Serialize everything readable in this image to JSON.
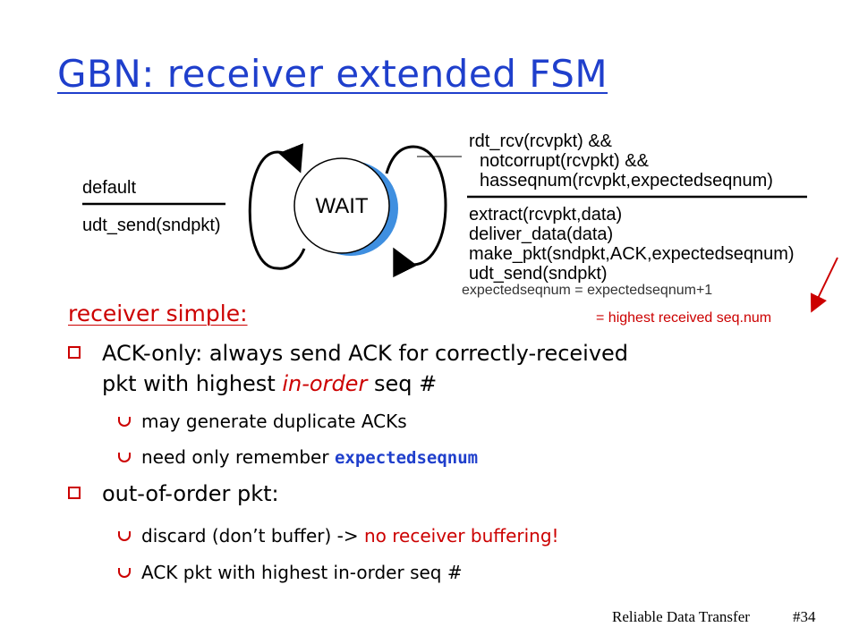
{
  "title": "GBN: receiver extended FSM",
  "fsm": {
    "state": "WAIT",
    "left_event": "default",
    "left_action": "udt_send(sndpkt)",
    "right_event": [
      "rdt_rcv(rcvpkt) &&",
      "notcorrupt(rcvpkt)  &&",
      "hasseqnum(rcvpkt,expectedseqnum)"
    ],
    "right_actions": [
      "extract(rcvpkt,data)",
      "deliver_data(data)",
      "make_pkt(sndpkt,ACK,expectedseqnum)",
      "udt_send(sndpkt)"
    ],
    "increment": "expectedseqnum = expectedseqnum+1",
    "note": "= highest received seq.num"
  },
  "section_heading": "receiver simple:",
  "bullets": {
    "b1_prefix": "ACK-only: always send ACK for correctly-received",
    "b1_line2a": "pkt with highest ",
    "b1_line2b": "in-order",
    "b1_line2c": " seq #",
    "s1": "may generate duplicate ACKs",
    "s2_prefix": "need only remember ",
    "s2_code": "expectedseqnum",
    "b2": "out-of-order pkt:",
    "s3_prefix": "discard (don’t buffer) -> ",
    "s3_red": "no receiver buffering!",
    "s4": "ACK pkt with highest in-order seq #"
  },
  "footer": {
    "label": "Reliable Data Transfer",
    "page": "#34"
  },
  "colors": {
    "title": "#1f3fcc",
    "accent": "#cc0000",
    "state_fill": "#3f8fe0"
  }
}
